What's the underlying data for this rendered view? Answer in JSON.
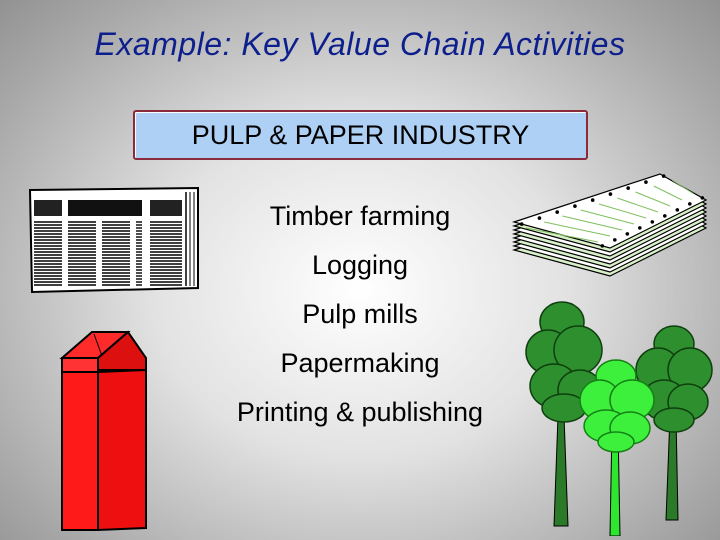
{
  "slide": {
    "title": "Example:  Key  Value  Chain  Activities",
    "banner": "PULP & PAPER INDUSTRY",
    "activities": [
      "Timber farming",
      "Logging",
      "Pulp mills",
      "Papermaking",
      "Printing & publishing"
    ]
  },
  "colors": {
    "title": "#0d1f8c",
    "banner_fill": "#aed0f4",
    "banner_border": "#8b2a3a",
    "carton": "#ff1a1a",
    "tree_dark": "#228b22",
    "tree_light": "#33ff33"
  },
  "icons": [
    "newspaper-icon",
    "paper-stack-icon",
    "milk-carton-icon",
    "trees-icon"
  ]
}
